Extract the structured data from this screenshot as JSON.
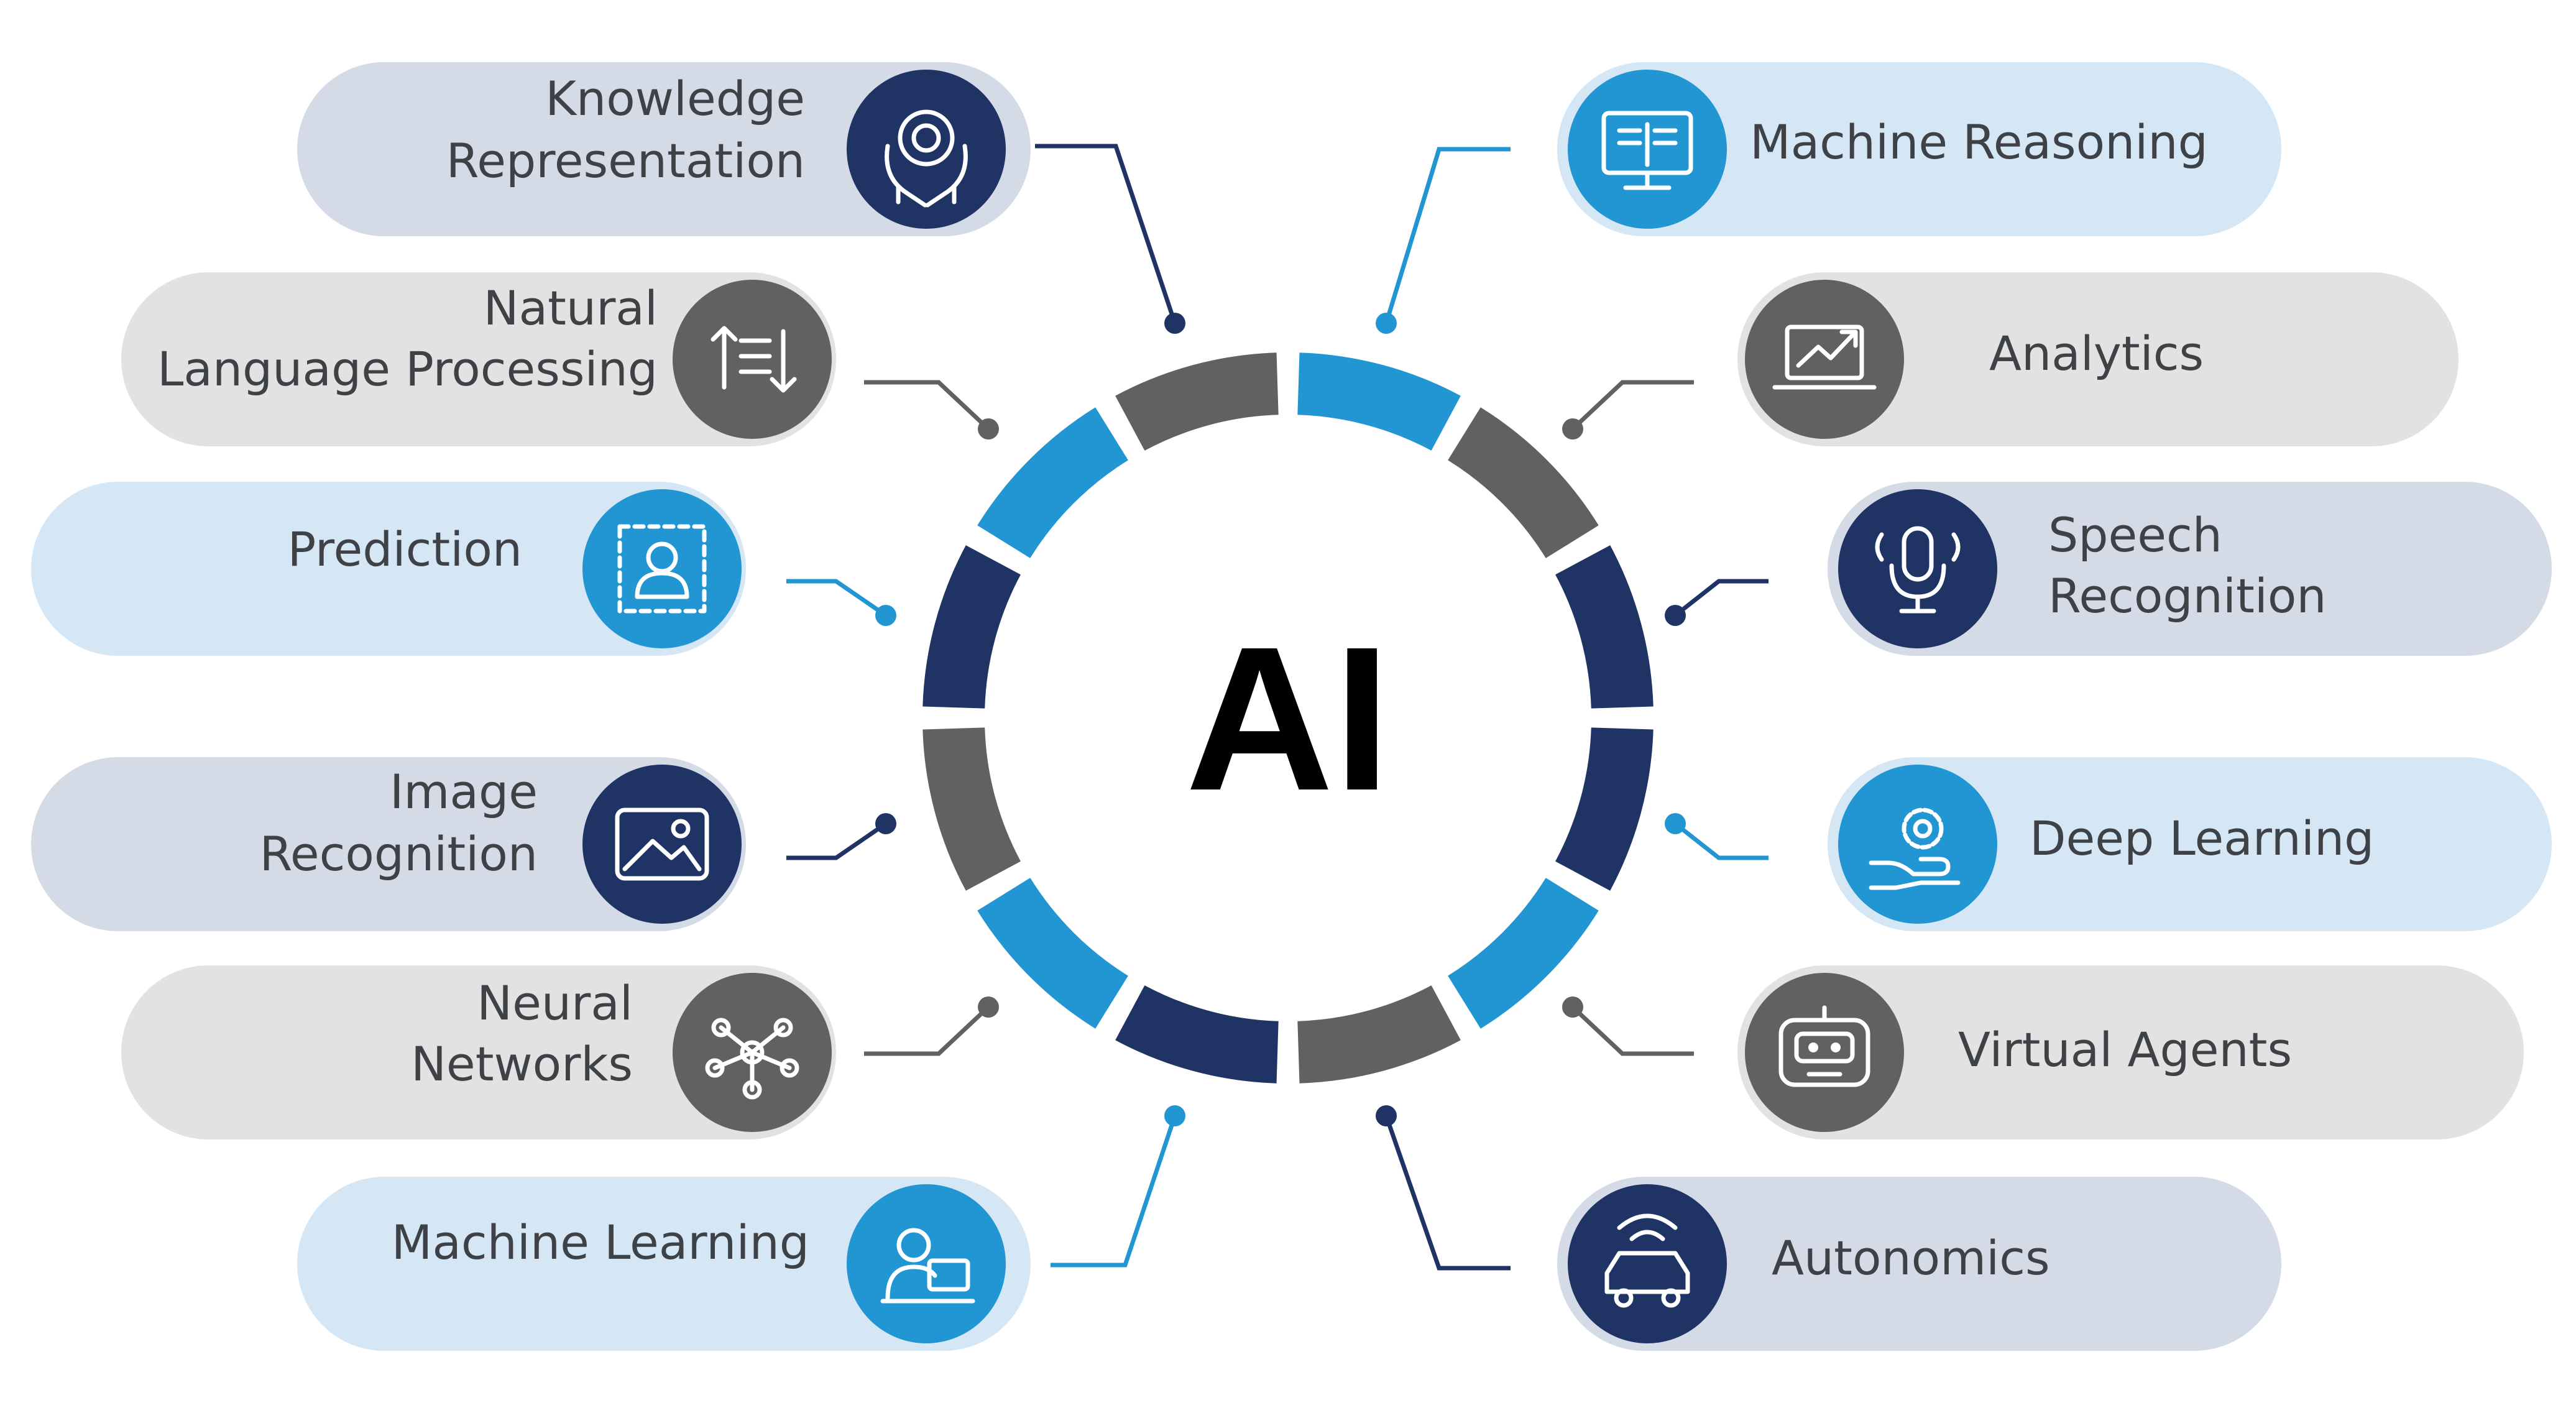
{
  "center": {
    "label": "AI"
  },
  "items": [
    {
      "id": "knowledge-representation",
      "lines": [
        "Knowledge",
        "Representation"
      ],
      "icon": "hands-brain-icon"
    },
    {
      "id": "natural-language-processing",
      "lines": [
        "Natural",
        "Language Processing"
      ],
      "icon": "text-sort-icon"
    },
    {
      "id": "prediction",
      "lines": [
        "Prediction"
      ],
      "icon": "person-frame-icon"
    },
    {
      "id": "image-recognition",
      "lines": [
        "Image",
        "Recognition"
      ],
      "icon": "image-icon"
    },
    {
      "id": "neural-networks",
      "lines": [
        "Neural",
        "Networks"
      ],
      "icon": "network-icon"
    },
    {
      "id": "machine-learning",
      "lines": [
        "Machine Learning"
      ],
      "icon": "person-laptop-icon"
    },
    {
      "id": "machine-reasoning",
      "lines": [
        "Machine Reasoning"
      ],
      "icon": "monitor-book-icon"
    },
    {
      "id": "analytics",
      "lines": [
        "Analytics"
      ],
      "icon": "laptop-chart-icon"
    },
    {
      "id": "speech-recognition",
      "lines": [
        "Speech",
        "Recognition"
      ],
      "icon": "microphone-icon"
    },
    {
      "id": "deep-learning",
      "lines": [
        "Deep Learning"
      ],
      "icon": "hand-gear-icon"
    },
    {
      "id": "virtual-agents",
      "lines": [
        "Virtual Agents"
      ],
      "icon": "robot-icon"
    },
    {
      "id": "autonomics",
      "lines": [
        "Autonomics"
      ],
      "icon": "autonomous-car-icon"
    }
  ],
  "colors": {
    "navy": "#1f3364",
    "blue": "#2196d3",
    "gray": "#5f6163",
    "pill_navy": "#d4dbe7",
    "pill_blue": "#d5e6f5",
    "pill_gray": "#e2e2e2",
    "text": "#3e4246"
  }
}
